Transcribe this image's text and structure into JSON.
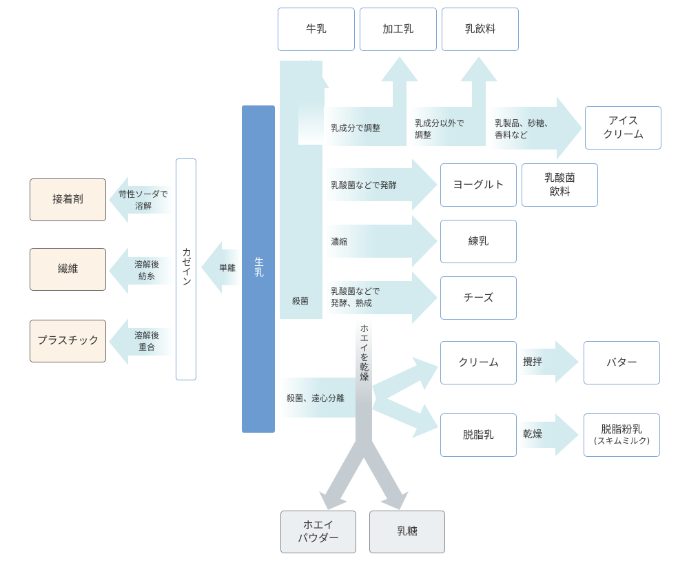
{
  "nodes": {
    "raw_milk": "生乳",
    "casein": "カゼイン",
    "gyunyu": "牛乳",
    "kakonyu": "加工乳",
    "nyuinryo": "乳飲料",
    "icecream": "アイス\nクリーム",
    "yogurt": "ヨーグルト",
    "lactic_drink": "乳酸菌\n飲料",
    "condensed": "練乳",
    "cheese": "チーズ",
    "cream": "クリーム",
    "butter": "バター",
    "skim": "脱脂乳",
    "skim_powder": "脱脂粉乳",
    "skim_powder_sub": "(スキムミルク)",
    "whey_powder": "ホエイ\nパウダー",
    "lactose": "乳糖",
    "adhesive": "接着剤",
    "fiber": "繊維",
    "plastic": "プラスチック"
  },
  "labels": {
    "separation": "単離",
    "caustic": "苛性ソーダで\n溶解",
    "spin": "溶解後\n紡糸",
    "polymerize": "溶解後\n重合",
    "sterilize": "殺菌",
    "adjust_milk": "乳成分で調整",
    "adjust_other": "乳成分以外で\n調整",
    "add_sugar": "乳製品、砂糖、\n香料など",
    "ferment": "乳酸菌などで発酵",
    "concentrate": "濃縮",
    "ferment_ripen": "乳酸菌などで\n発酵、熟成",
    "whey_dry": "ホエイを乾燥",
    "centrifuge": "殺菌、遠心分離",
    "churn": "攪拌",
    "dry": "乾燥"
  },
  "colors": {
    "arrow": "#d3ebef",
    "milk": "#6b9bd1",
    "border": "#7ea6d4",
    "cream_bg": "#fdf2e6",
    "whey_arrow": "#c5ccd1"
  }
}
